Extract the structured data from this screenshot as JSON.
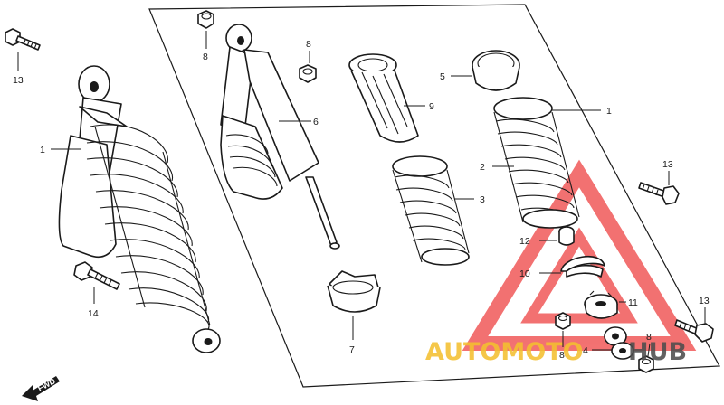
{
  "diagram": {
    "callouts": {
      "left_bolt_top": "13",
      "left_shock": "1",
      "left_bolt_bottom": "14",
      "nut_top_left": "8",
      "nut_top_center": "8",
      "damper": "6",
      "spring_guide": "9",
      "seat_top": "5",
      "main_assembly_right": "1",
      "spring_outer": "2",
      "spring_inner": "3",
      "cap_lower": "7",
      "bushing": "12",
      "collar_ring": "10",
      "adjuster": "11",
      "bolt_right_top": "13",
      "bolt_right_bottom": "13",
      "nut_bottom_left": "8",
      "nut_bottom_right": "8",
      "washer": "4"
    },
    "fwd_label": "FWD"
  },
  "watermark": {
    "text_left": "AUTOMOTO",
    "text_right": "HUB",
    "colors": {
      "triangle": "#ee3b3b",
      "text_left": "#f4c030",
      "text_right": "#4d4d4d"
    }
  }
}
